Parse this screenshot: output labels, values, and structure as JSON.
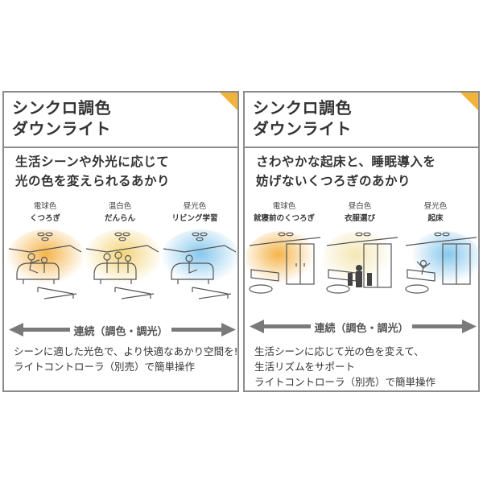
{
  "left": {
    "title_line1": "シンクロ調色",
    "title_line2": "ダウンライト",
    "sub_line1": "生活シーンや外光に応じて",
    "sub_line2": "光の色を変えられるあかり",
    "scenes": [
      {
        "mode": "電球色",
        "name": "くつろぎ",
        "glow": "#f4b040"
      },
      {
        "mode": "温白色",
        "name": "だんらん",
        "glow": "#f3d272"
      },
      {
        "mode": "昼光色",
        "name": "リビング学習",
        "glow": "#7fc4ec"
      }
    ],
    "arrow_label": "連続（調色・調光）",
    "footer_line1": "シーンに適した光色で、より快適なあかり空間を!",
    "footer_line2": "ライトコントローラ（別売）で簡単操作"
  },
  "right": {
    "title_line1": "シンクロ調色",
    "title_line2": "ダウンライト",
    "sub_line1": "さわやかな起床と、睡眠導入を",
    "sub_line2": "妨げないくつろぎのあかり",
    "scenes": [
      {
        "mode": "電球色",
        "name": "就寝前のくつろぎ",
        "glow": "#f4b040"
      },
      {
        "mode": "昼白色",
        "name": "衣服選び",
        "glow": "#f3e6b0"
      },
      {
        "mode": "昼光色",
        "name": "起床",
        "glow": "#7fc4ec"
      }
    ],
    "arrow_label": "連続（調色・調光）",
    "footer_line1": "生活シーンに応じて光の色を変えて、",
    "footer_line2": "生活リズムをサポート",
    "footer_line3": "ライトコントローラ（別売）で簡単操作"
  },
  "colors": {
    "accent": "#f0b43c",
    "border": "#8c8c8c",
    "arrow": "#7a7a7a"
  }
}
